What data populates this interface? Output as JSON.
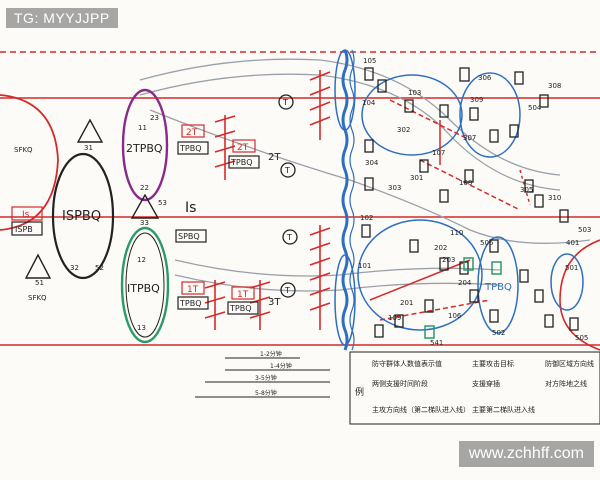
{
  "watermark_top": "TG: MYYJJPP",
  "watermark_bottom": "www.zchhff.com",
  "colors": {
    "red": "#d42a2a",
    "blue": "#2d6fc0",
    "purple": "#8a2a8a",
    "green": "#2a9a6a",
    "black": "#222222"
  },
  "formations": {
    "large": "ISPBQ",
    "upper": "2TPBQ",
    "lower": "ITPBQ",
    "right": "TPBQ"
  },
  "boxes": {
    "is": "Is",
    "ispb": "ISPB",
    "t2": "2T",
    "t1": "1T",
    "tpbq": "TPBQ",
    "spbq": "SPBQ",
    "sfkq": "SFKQ"
  },
  "labels": {
    "is_big": "Is",
    "two_t": "2T",
    "three_t": "3T",
    "one_t": "1T",
    "n31": "31",
    "n32": "32",
    "n33": "33",
    "n11": "11",
    "n12": "12",
    "n13": "13",
    "n22": "22",
    "n23": "23",
    "n51": "51",
    "n52": "52",
    "n53": "53",
    "n101": "101",
    "n102": "102",
    "n103": "103",
    "n104": "104",
    "n105": "105",
    "n106": "106",
    "n107": "107",
    "n108": "108",
    "n109": "109",
    "n110": "110",
    "n201": "201",
    "n202": "202",
    "n203": "203",
    "n204": "204",
    "n301": "301",
    "n302": "302",
    "n303": "303",
    "n304": "304",
    "n305": "305",
    "n306": "306",
    "n307": "307",
    "n308": "308",
    "n309": "309",
    "n310": "310",
    "n401": "401",
    "n501": "501",
    "n502": "502",
    "n503": "503",
    "n504": "504",
    "n505": "505",
    "n506": "506",
    "n541": "541"
  },
  "legend": {
    "title": "例",
    "items": [
      "防守群体人数值表示值",
      "两侧支援时间阶段",
      "主要攻击目标",
      "支援穿插",
      "防御区域方向线",
      "对方阵地之线",
      "主攻方向线（第二梯队进入线）",
      "主要第二梯队进入线"
    ]
  },
  "timeline": [
    "1-2分钟",
    "1-4分钟",
    "3-5分钟",
    "5-8分钟"
  ]
}
